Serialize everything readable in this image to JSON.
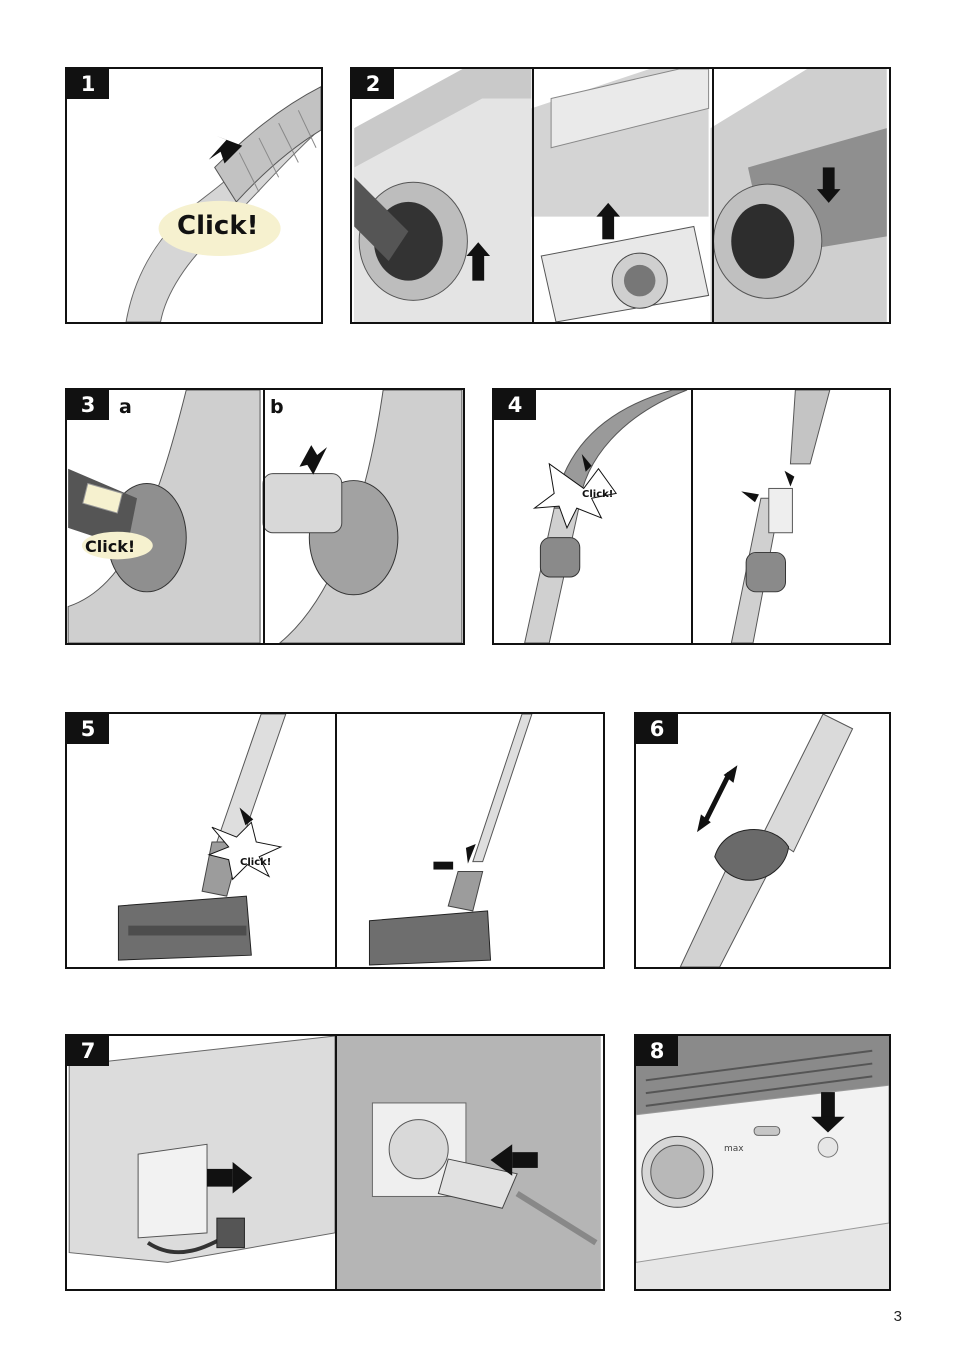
{
  "panels": [
    {
      "number": "1",
      "click": "Click!"
    },
    {
      "number": "2"
    },
    {
      "number": "3",
      "sub_a": "a",
      "sub_b": "b",
      "click": "Click!"
    },
    {
      "number": "4",
      "click": "Click!"
    },
    {
      "number": "5",
      "click": "Click!"
    },
    {
      "number": "6"
    },
    {
      "number": "7"
    },
    {
      "number": "8",
      "max_label": "max"
    }
  ],
  "page_number": "3",
  "colors": {
    "ink": "#111111",
    "gray_light": "#e6e6e6",
    "gray_mid": "#b5b5b5",
    "gray_dark": "#6b6b6b",
    "highlight": "#f6f1cf"
  },
  "icons": [
    "arrow-icon",
    "click-burst-icon",
    "socket-icon",
    "plug-icon",
    "dial-icon"
  ]
}
